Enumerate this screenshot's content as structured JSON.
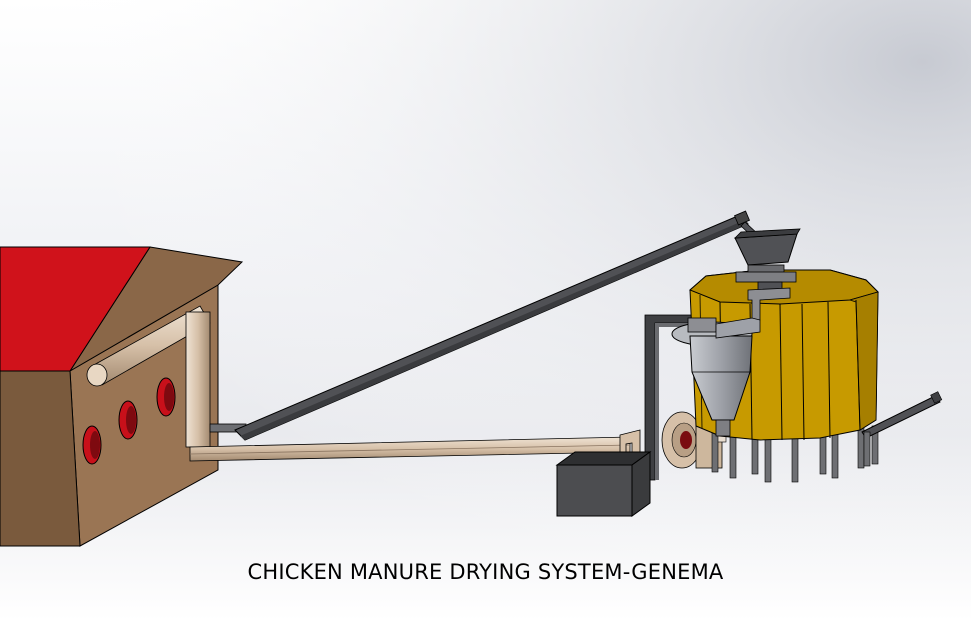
{
  "caption": "CHICKEN MANURE DRYING SYSTEM-GENEMA",
  "colors": {
    "background_top": "#c9ccd3",
    "background_bottom": "#ffffff",
    "house_wall": "#8d6a4b",
    "house_front": "#7a5a3d",
    "roof": "#d0121b",
    "vent_ring": "#c8101a",
    "pipe": "#d6c0a8",
    "conveyor": "#505155",
    "dryer_body": "#c79a00",
    "dryer_shade": "#a67f00",
    "cyclone": "#9fa2a8",
    "collector_bin": "#4c4d50",
    "legs": "#6e6f73"
  },
  "components": [
    "chicken-house",
    "manure-pipe",
    "inclined-conveyor",
    "feed-hopper",
    "dryer-drum",
    "cyclone-separator",
    "induced-draft-fan",
    "collection-bin",
    "discharge-conveyor"
  ]
}
